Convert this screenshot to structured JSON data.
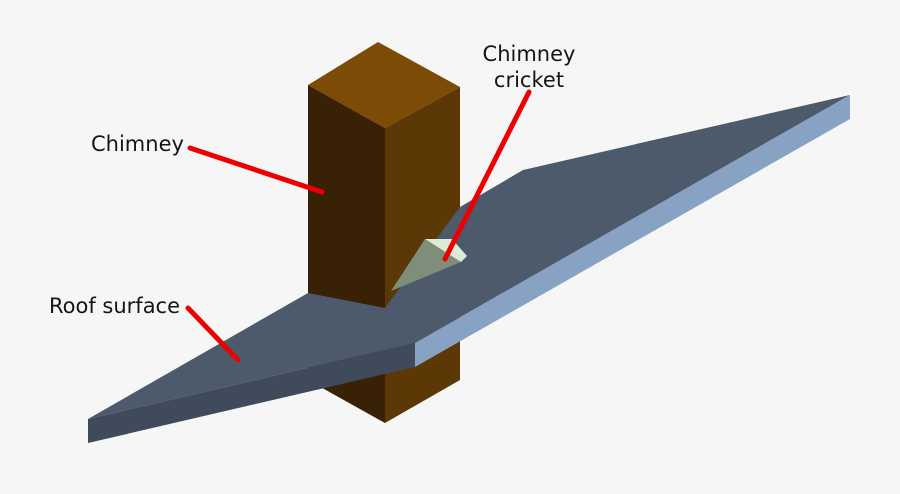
{
  "diagram": {
    "title": "Chimney cricket",
    "labels": {
      "chimney": "Chimney",
      "cricket": "Chimney cricket",
      "roof": "Roof surface"
    },
    "colors": {
      "background": "#f6f6f6",
      "chimney_top": "#7c4b06",
      "chimney_left": "#392105",
      "chimney_right": "#5c3806",
      "roof_top": "#4d5a6b",
      "roof_edge_dark": "#3f4a5a",
      "roof_edge_light": "#87a2c2",
      "cricket_shaded": "#7e8e7a",
      "cricket_lit": "#dcebd6",
      "leader": "#ee0000",
      "text": "#151515"
    }
  }
}
